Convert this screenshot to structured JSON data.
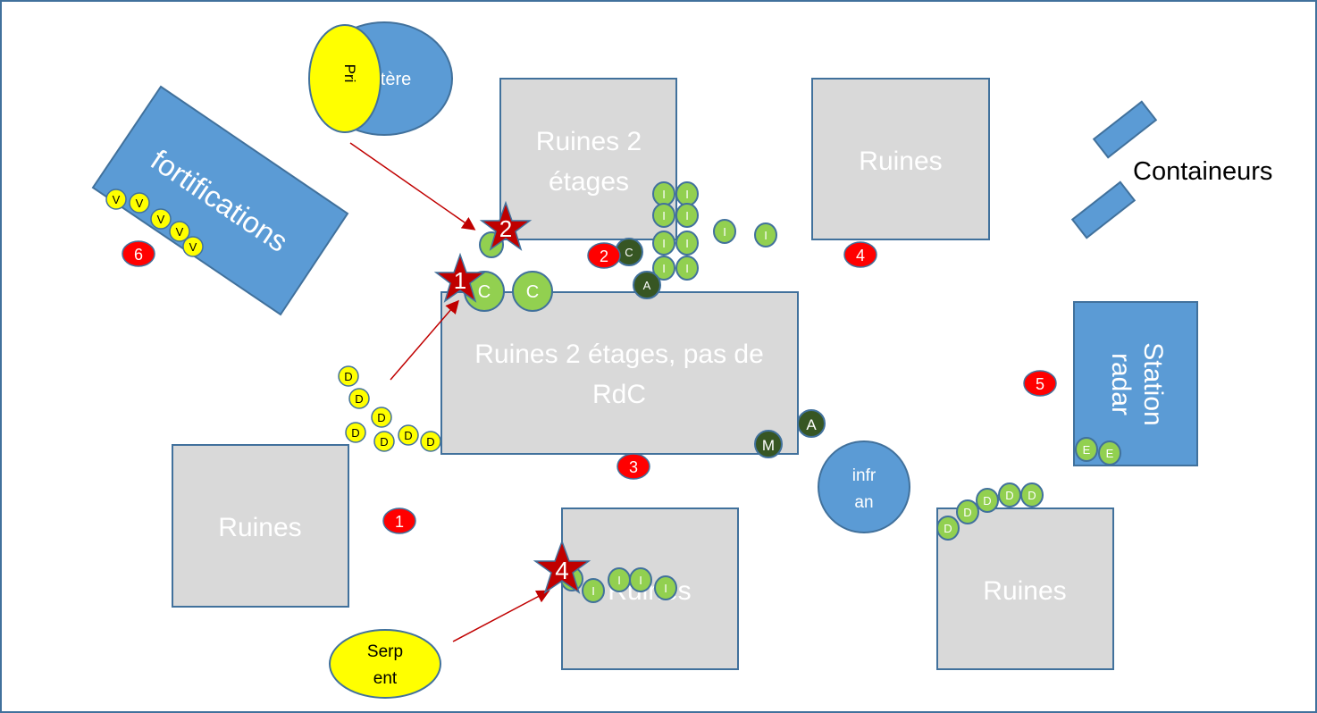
{
  "colors": {
    "ruin_fill": "#d9d9d9",
    "ruin_stroke": "#41719c",
    "blue_fill": "#5b9bd5",
    "blue_stroke": "#41719c",
    "token_green": "#92d050",
    "token_dark": "#375623",
    "token_yellow": "#ffff00",
    "marker_red": "#ff0000",
    "arrow_red": "#c00000",
    "star_red": "#c00000",
    "frame": "#41719c"
  },
  "buildings": {
    "ruins_top_center": {
      "line1": "Ruines 2",
      "line2": "étages"
    },
    "ruins_top_right": {
      "label": "Ruines"
    },
    "ruins_main": {
      "line1": "Ruines 2 étages, pas de",
      "line2": "RdC"
    },
    "ruins_left": {
      "label": "Ruines"
    },
    "ruins_bottom_center": {
      "label": "Ruines"
    },
    "ruins_bottom_right": {
      "label": "Ruines"
    },
    "fortifications": {
      "label": "fortifications"
    },
    "radar": {
      "line1": "Station",
      "line2": "radar"
    },
    "containers": {
      "label": "Containeurs"
    }
  },
  "units": {
    "cimetiere": {
      "label": "tère"
    },
    "pri": {
      "label": "Pri"
    },
    "serpent": {
      "line1": "Serp",
      "line2": "ent"
    },
    "infran": {
      "line1": "infr",
      "line2": "an"
    }
  },
  "markers": [
    "1",
    "2",
    "3",
    "4",
    "5",
    "6"
  ],
  "stars": [
    "1",
    "2",
    "4"
  ],
  "tokens": {
    "v": "V",
    "d": "D",
    "c": "C",
    "i": "I",
    "a": "A",
    "m": "M",
    "e": "E"
  }
}
